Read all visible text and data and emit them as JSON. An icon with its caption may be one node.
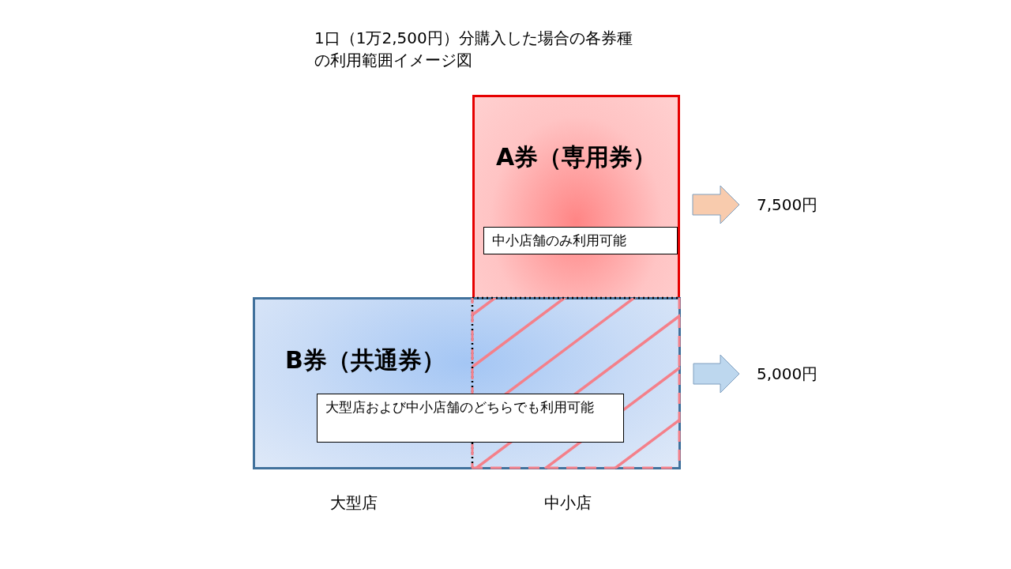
{
  "diagram": {
    "title": "1口（1万2,500円）分購入した場合の各券種の利用範囲イメージ図",
    "nodes": [
      {
        "text": [
          "A券（専用券）"
        ]
      },
      {
        "text": [
          "中小店舗のみ利用可能"
        ],
        "in": 0
      },
      {
        "text": [
          "B券（共通券）"
        ]
      },
      {
        "text": [
          "大型店および中小店舗のどちらでも利用可能"
        ],
        "in": 2
      },
      {
        "text": [
          "7,500円"
        ]
      },
      {
        "text": [
          "5,000円"
        ]
      }
    ],
    "edges": [
      {
        "from": 0,
        "to": 4,
        "arrow": "to",
        "color": "#f8cbad"
      },
      {
        "from": 2,
        "to": 5,
        "arrow": "to",
        "color": "#bdd7ee"
      }
    ],
    "labels": [
      "大型店",
      "中小店"
    ]
  }
}
